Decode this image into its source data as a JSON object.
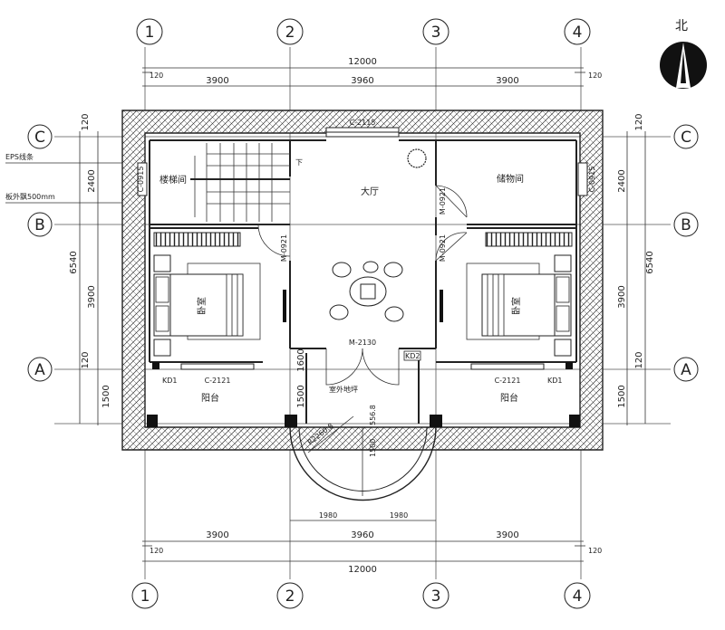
{
  "north": "北",
  "axis_cols": [
    "1",
    "2",
    "3",
    "4"
  ],
  "axis_rows": [
    "C",
    "B",
    "A"
  ],
  "dims": {
    "total_width": "12000",
    "bay": [
      "3900",
      "3960",
      "3900"
    ],
    "edge": "120",
    "half": "1980",
    "left_vertical": [
      "120",
      "2400",
      "3900",
      "120",
      "1500"
    ],
    "left_total": "6540",
    "right_vertical": [
      "120",
      "2400",
      "3900",
      "120",
      "1500"
    ],
    "right_total": "6540",
    "m2130_v": "1600",
    "porch_v": "1500",
    "porch_v_left": "1500",
    "porch_small": "556.8",
    "radius": "R2260.8"
  },
  "annotations": {
    "eps": "EPS线条",
    "slab": "板外飘500mm"
  },
  "rooms": {
    "stair": "楼梯间",
    "hall": "大厅",
    "storage": "储物间",
    "bed_left": "卧室",
    "bed_right": "卧室",
    "balcony_left": "阳台",
    "balcony_right": "阳台",
    "stair_down": "下",
    "porch_note": "室外地坪"
  },
  "openings": {
    "c2115": "C-2115",
    "c0915_left": "C-0915",
    "c0915_right": "C-0915",
    "m0921_a": "M-0921",
    "m0921_b": "M-0921",
    "m0921_c": "M-0921",
    "m2130": "M-2130",
    "kd2": "KD2",
    "kd1_left": "KD1",
    "kd1_right": "KD1",
    "c2121_left": "C-2121",
    "c2121_right": "C-2121"
  }
}
